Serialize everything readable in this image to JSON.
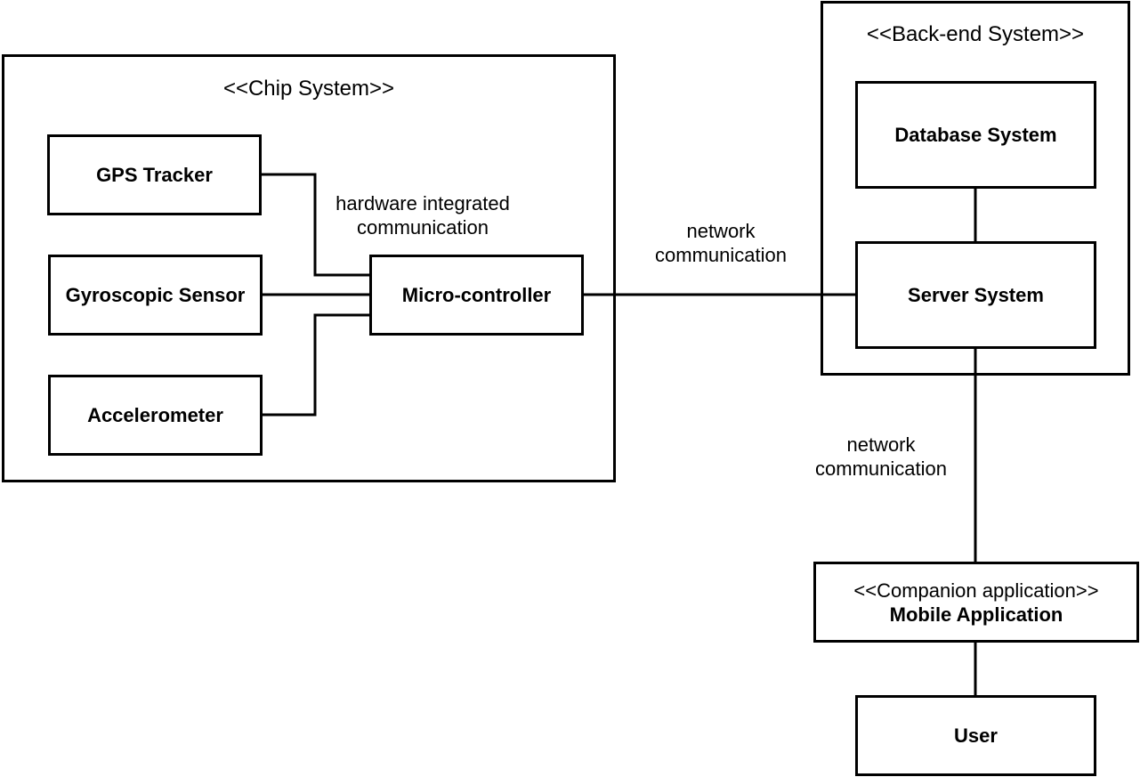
{
  "containers": {
    "chip_system": "<<Chip System>>",
    "backend_system": "<<Back-end System>>"
  },
  "nodes": {
    "gps_tracker": "GPS Tracker",
    "gyroscopic_sensor": "Gyroscopic Sensor",
    "accelerometer": "Accelerometer",
    "micro_controller": "Micro-controller",
    "database_system": "Database System",
    "server_system": "Server System",
    "mobile_app_stereotype": "<<Companion application>>",
    "mobile_app": "Mobile Application",
    "user": "User"
  },
  "edge_labels": {
    "hardware_line1": "hardware integrated",
    "hardware_line2": "communication",
    "network_server_line1": "network",
    "network_server_line2": "communication",
    "network_mobile_line1": "network",
    "network_mobile_line2": "communication"
  }
}
